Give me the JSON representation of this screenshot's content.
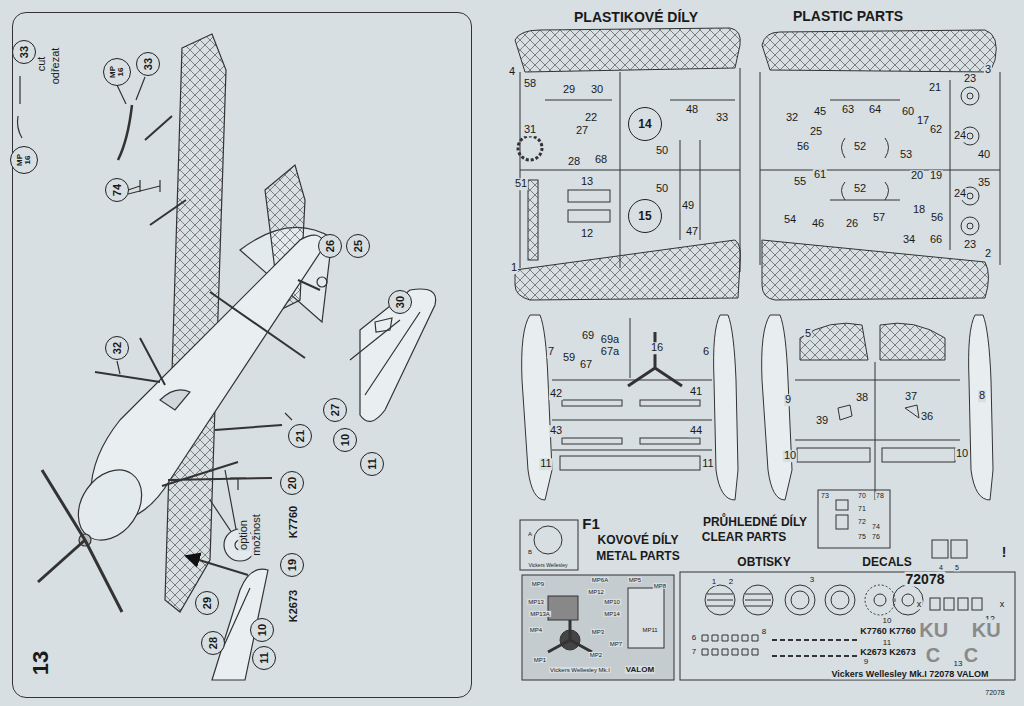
{
  "diagram": {
    "nodes": [
      {
        "text": [
          "13"
        ]
      },
      {
        "text": [
          "33"
        ],
        "in": 0
      },
      {
        "text": [
          "MP 16"
        ],
        "in": 0
      },
      {
        "text": [
          "MP 16"
        ],
        "in": 0
      },
      {
        "text": [
          "33"
        ],
        "in": 0
      },
      {
        "text": [
          "74"
        ],
        "in": 0
      },
      {
        "text": [
          "26"
        ],
        "in": 0
      },
      {
        "text": [
          "25"
        ],
        "in": 0
      },
      {
        "text": [
          "32"
        ],
        "in": 0
      },
      {
        "text": [
          "30"
        ],
        "in": 0
      },
      {
        "text": [
          "27"
        ],
        "in": 0
      },
      {
        "text": [
          "10"
        ],
        "in": 0
      },
      {
        "text": [
          "11"
        ],
        "in": 0
      },
      {
        "text": [
          "21"
        ],
        "in": 0
      },
      {
        "text": [
          "20"
        ],
        "in": 0
      },
      {
        "text": [
          "19"
        ],
        "in": 0
      },
      {
        "text": [
          "29"
        ],
        "in": 0
      },
      {
        "text": [
          "28"
        ],
        "in": 0
      },
      {
        "text": [
          "10"
        ],
        "in": 0
      },
      {
        "text": [
          "11"
        ],
        "in": 0
      },
      {
        "text": [
          "14"
        ]
      },
      {
        "text": [
          "15"
        ]
      }
    ],
    "labels": [
      "cut",
      "odřezat",
      "option",
      "možnost",
      "K7760",
      "K2673",
      "PLASTIKOVÉ DÍLY",
      "PLASTIC PARTS",
      "4",
      "58",
      "29",
      "30",
      "22",
      "27",
      "31",
      "28",
      "68",
      "48",
      "33",
      "50",
      "13",
      "50",
      "51",
      "12",
      "49",
      "47",
      "1",
      "3",
      "23",
      "21",
      "32",
      "45",
      "63",
      "64",
      "60",
      "17",
      "25",
      "62",
      "56",
      "24",
      "52",
      "53",
      "40",
      "55",
      "61",
      "52",
      "20",
      "19",
      "35",
      "24",
      "54",
      "46",
      "26",
      "57",
      "18",
      "56",
      "34",
      "66",
      "23",
      "2",
      "7",
      "59",
      "69",
      "69a",
      "67a",
      "67",
      "16",
      "6",
      "42",
      "41",
      "43",
      "44",
      "11",
      "11",
      "5",
      "38",
      "37",
      "39",
      "36",
      "9",
      "8",
      "10",
      "10",
      "F1",
      "KOVOVÉ DÍLY",
      "METAL PARTS",
      "PRŮHLEDNÉ DÍLY",
      "CLEAR PARTS",
      "OBTISKY",
      "DECALS",
      "!",
      "72078",
      "73",
      "70",
      "78",
      "71",
      "72",
      "74",
      "75",
      "76",
      "A",
      "B",
      "Vickers Wellesley",
      "MP9",
      "MP6A",
      "MP5",
      "MP8",
      "MP12",
      "MP13",
      "MP13A",
      "MP14",
      "MP10",
      "MP4",
      "MP3",
      "MP1",
      "MP2",
      "MP11",
      "MP7",
      "Vickers Wellesley Mk.I",
      "VALOM",
      "1",
      "2",
      "3",
      "4",
      "5",
      "x",
      "x",
      "12",
      "6",
      "7",
      "8",
      "9",
      "10",
      "K7760 K7760",
      "11",
      "K2673 K2673",
      "KU KU",
      "C C",
      "13",
      "Vickers Wellesley Mk.I 72078 VALOM",
      "72078"
    ]
  }
}
